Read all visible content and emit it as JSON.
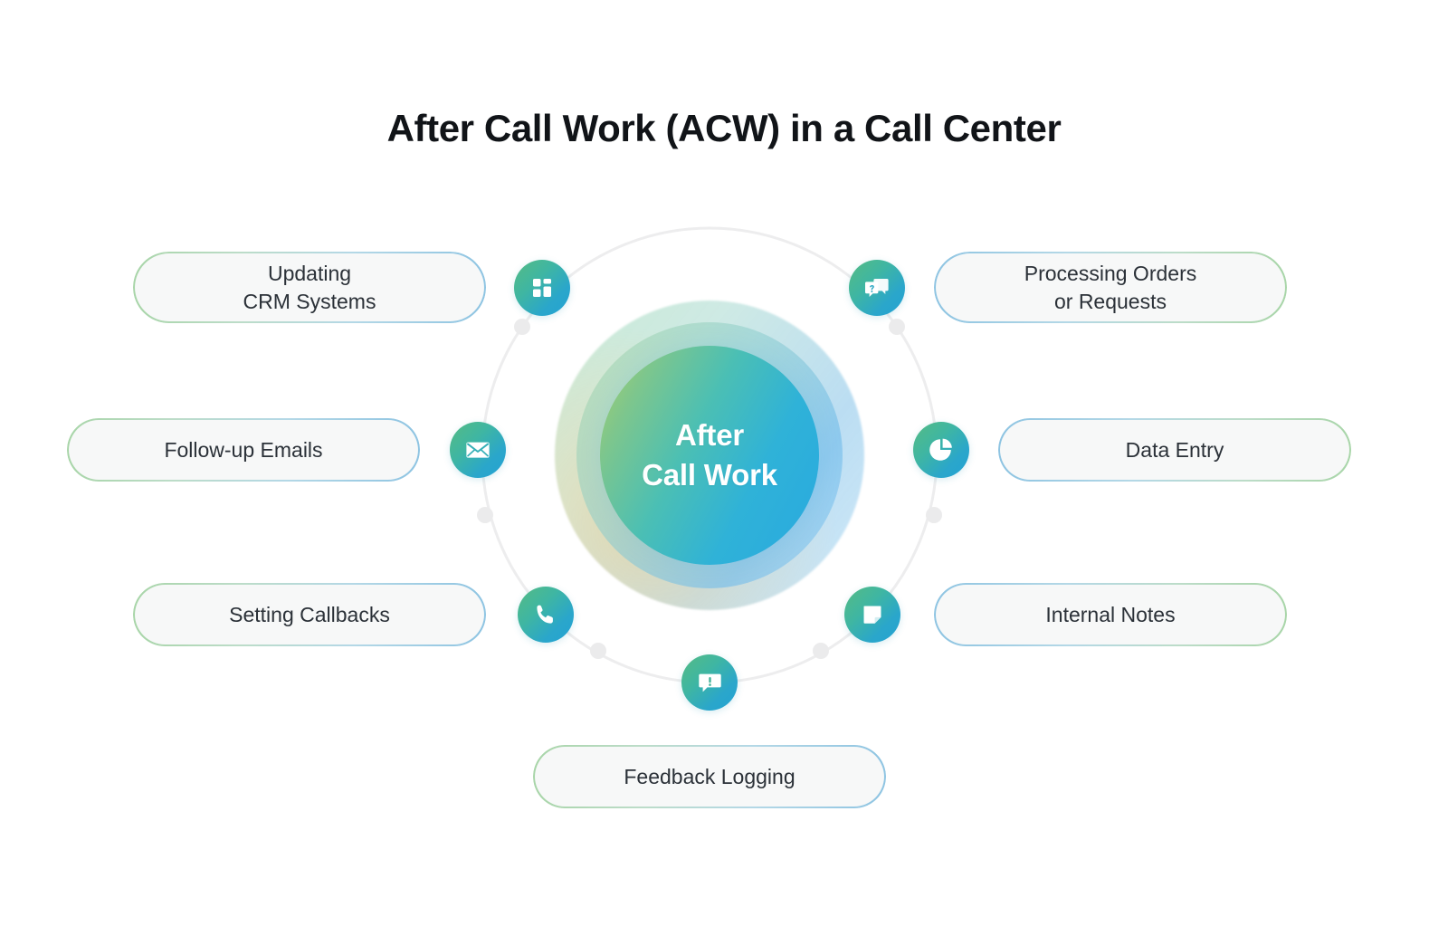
{
  "title": "After Call Work (ACW) in a Call Center",
  "center": {
    "label": "After\nCall Work",
    "gradient_from": "#a9cf6a",
    "gradient_to": "#29a9e0"
  },
  "theme": {
    "background": "#ffffff",
    "title_color": "#111418",
    "pill_fill": "#f7f8f8",
    "pill_text_color": "#2b3138",
    "pill_border_green": "#a8d5a8",
    "pill_border_blue": "#8ec4e2",
    "badge_gradient_from": "#55bb84",
    "badge_gradient_to": "#24a3d2",
    "ring_color": "#ededee",
    "ring_dot_color": "#ebebec"
  },
  "nodes": [
    {
      "id": "updating-crm-systems",
      "label": "Updating\nCRM Systems",
      "icon": "grid-dashboard-icon",
      "side": "left"
    },
    {
      "id": "processing-orders-or-requests",
      "label": "Processing Orders\nor Requests",
      "icon": "question-chat-icon",
      "side": "right"
    },
    {
      "id": "follow-up-emails",
      "label": "Follow-up Emails",
      "icon": "envelope-icon",
      "side": "left"
    },
    {
      "id": "data-entry",
      "label": "Data Entry",
      "icon": "pie-chart-icon",
      "side": "right"
    },
    {
      "id": "setting-callbacks",
      "label": "Setting Callbacks",
      "icon": "phone-icon",
      "side": "left"
    },
    {
      "id": "internal-notes",
      "label": "Internal Notes",
      "icon": "note-page-icon",
      "side": "right"
    },
    {
      "id": "feedback-logging",
      "label": "Feedback Logging",
      "icon": "alert-chat-icon",
      "side": "bottom"
    }
  ]
}
